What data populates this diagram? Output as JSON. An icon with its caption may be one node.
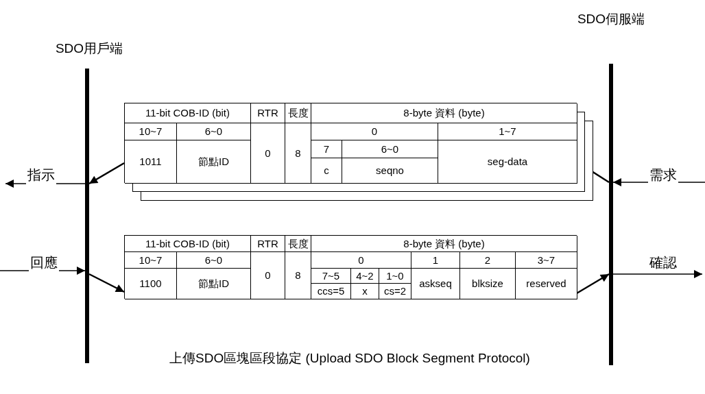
{
  "diagram": {
    "nodes": [
      {
        "text": [
          "SDO用戶端"
        ]
      },
      {
        "text": [
          "SDO伺服端"
        ]
      },
      {
        "text": [
          "11-bit COB-ID (bit)",
          "RTR",
          "長度",
          "8-byte 資料 (byte)",
          "10~7",
          "6~0",
          "0",
          "1~7",
          "7",
          "6~0",
          "1011",
          "節點ID",
          "0",
          "8",
          "c",
          "seqno",
          "seg-data"
        ]
      },
      {
        "text": [
          "11-bit COB-ID (bit)",
          "RTR",
          "長度",
          "8-byte 資料 (byte)",
          "10~7",
          "6~0",
          "0",
          "1",
          "2",
          "3~7",
          "7~5",
          "4~2",
          "1~0",
          "1100",
          "節點ID",
          "0",
          "8",
          "ccs=5",
          "x",
          "cs=2",
          "askseq",
          "blksize",
          "reserved"
        ]
      }
    ],
    "edges": [
      {
        "from": null,
        "to": 1,
        "arrow": "to",
        "label": "需求"
      },
      {
        "from": 1,
        "to": 2,
        "arrow": "to"
      },
      {
        "from": 2,
        "to": 0,
        "arrow": "to"
      },
      {
        "from": 0,
        "to": null,
        "arrow": "to",
        "label": "指示"
      },
      {
        "from": null,
        "to": 0,
        "arrow": "to",
        "label": "回應"
      },
      {
        "from": 0,
        "to": 3,
        "arrow": "to"
      },
      {
        "from": 3,
        "to": 1,
        "arrow": "to"
      },
      {
        "from": 1,
        "to": null,
        "arrow": "to",
        "label": "確認"
      }
    ],
    "caption": "上傳SDO區塊區段協定 (Upload SDO Block Segment Protocol)"
  }
}
